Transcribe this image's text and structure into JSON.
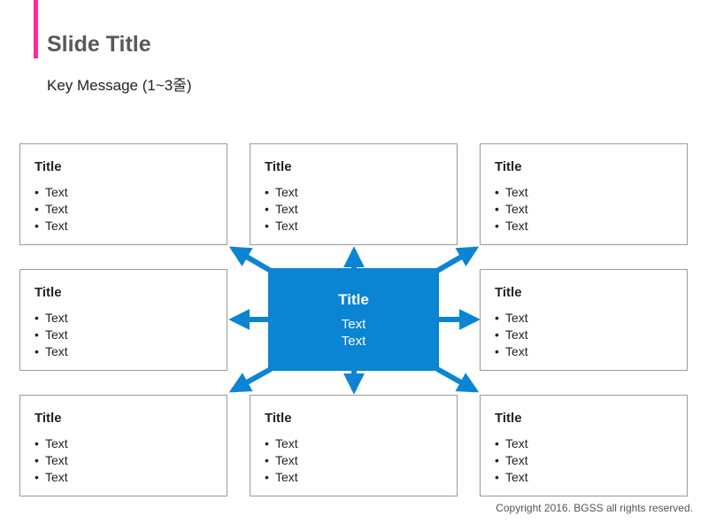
{
  "slide": {
    "title": "Slide Title",
    "key_message": "Key Message (1~3줄)"
  },
  "center": {
    "title": "Title",
    "lines": [
      "Text",
      "Text"
    ]
  },
  "cards": [
    {
      "title": "Title",
      "bullets": [
        "Text",
        "Text",
        "Text"
      ]
    },
    {
      "title": "Title",
      "bullets": [
        "Text",
        "Text",
        "Text"
      ]
    },
    {
      "title": "Title",
      "bullets": [
        "Text",
        "Text",
        "Text"
      ]
    },
    {
      "title": "Title",
      "bullets": [
        "Text",
        "Text",
        "Text"
      ]
    },
    {
      "title": "Title",
      "bullets": [
        "Text",
        "Text",
        "Text"
      ]
    },
    {
      "title": "Title",
      "bullets": [
        "Text",
        "Text",
        "Text"
      ]
    },
    {
      "title": "Title",
      "bullets": [
        "Text",
        "Text",
        "Text"
      ]
    },
    {
      "title": "Title",
      "bullets": [
        "Text",
        "Text",
        "Text"
      ]
    }
  ],
  "bullet_glyph": "•",
  "footer": {
    "copyright": "Copyright 2016. BGSS all rights reserved."
  },
  "colors": {
    "accent": "#ff2aa0",
    "center_fill": "#0a84d3",
    "arrow": "#0a84d3",
    "card_border": "#9a9a9a"
  }
}
